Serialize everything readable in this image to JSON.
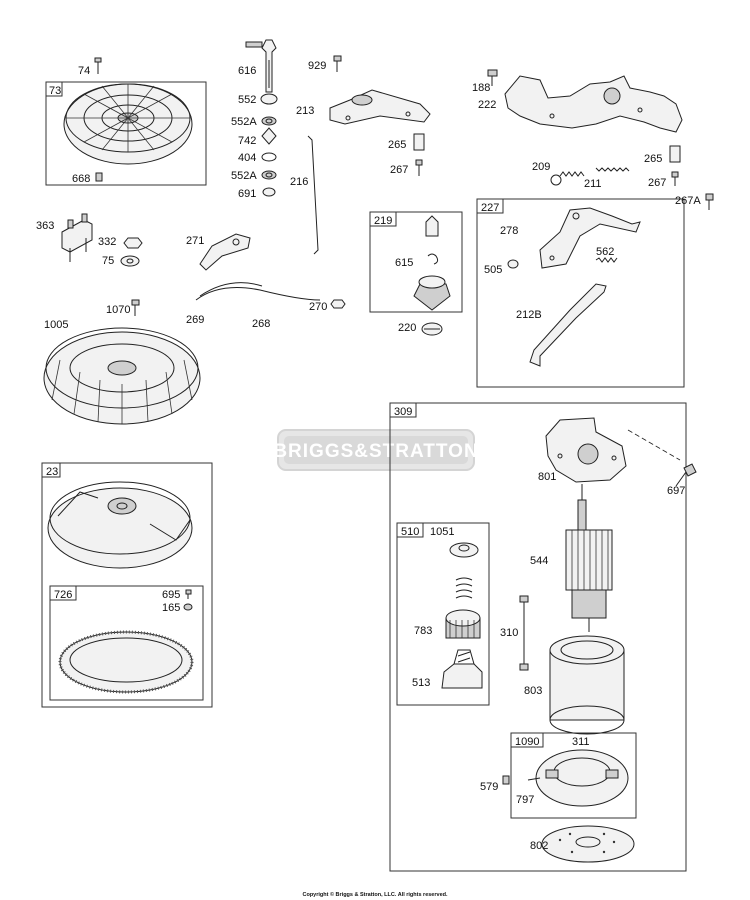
{
  "parts": {
    "p74": "74",
    "p73": "73",
    "p668": "668",
    "p616": "616",
    "p552": "552",
    "p552A_1": "552A",
    "p742": "742",
    "p404": "404",
    "p552A_2": "552A",
    "p691": "691",
    "p929": "929",
    "p213": "213",
    "p265_1": "265",
    "p267_1": "267",
    "p216": "216",
    "p188": "188",
    "p222": "222",
    "p209": "209",
    "p211": "211",
    "p265_2": "265",
    "p267_2": "267",
    "p267A": "267A",
    "p363": "363",
    "p332": "332",
    "p75": "75",
    "p271": "271",
    "p219": "219",
    "p615": "615",
    "p220": "220",
    "p227": "227",
    "p278": "278",
    "p562": "562",
    "p505": "505",
    "p212B": "212B",
    "p1070": "1070",
    "p269": "269",
    "p268": "268",
    "p270": "270",
    "p1005": "1005",
    "p309": "309",
    "p801": "801",
    "p697": "697",
    "p23": "23",
    "p510": "510",
    "p1051": "1051",
    "p544": "544",
    "p783": "783",
    "p310": "310",
    "p513": "513",
    "p803": "803",
    "p726": "726",
    "p695": "695",
    "p165": "165",
    "p1090": "1090",
    "p311": "311",
    "p579": "579",
    "p797": "797",
    "p802": "802"
  },
  "watermark": "BRIGGS&STRATTON",
  "copyright": "Copyright © Briggs & Stratton, LLC. All rights reserved."
}
